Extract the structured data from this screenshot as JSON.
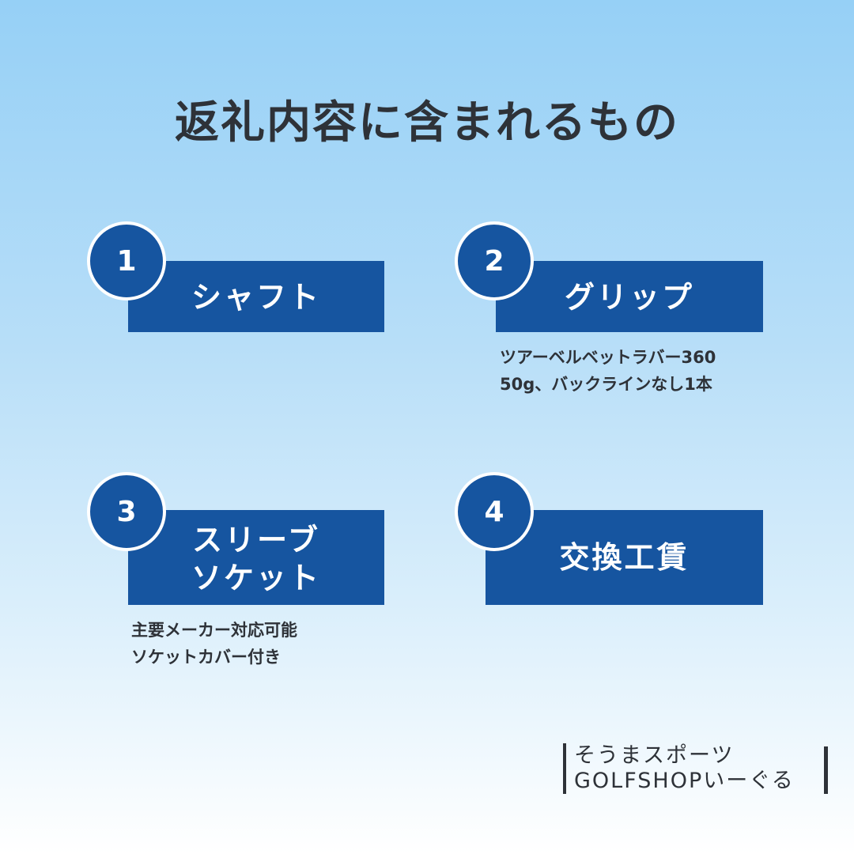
{
  "title": "返礼内容に含まれるもの",
  "items": [
    {
      "number": "1",
      "label": "シャフト",
      "note_lines": []
    },
    {
      "number": "2",
      "label": "グリップ",
      "note_lines": [
        "ツアーベルベットラバー360",
        "50g、バックラインなし1本"
      ]
    },
    {
      "number": "3",
      "label_lines": [
        "スリーブ",
        "ソケット"
      ],
      "note_lines": [
        "主要メーカー対応可能",
        "ソケットカバー付き"
      ]
    },
    {
      "number": "4",
      "label": "交換工賃",
      "note_lines": []
    }
  ],
  "signature": {
    "line1": "そうまスポーツ",
    "line2": "GOLFSHOPいーぐる"
  },
  "colors": {
    "card_blue": "#1655a0",
    "text_dark": "#2e3238",
    "bg_top": "#96d0f6"
  }
}
